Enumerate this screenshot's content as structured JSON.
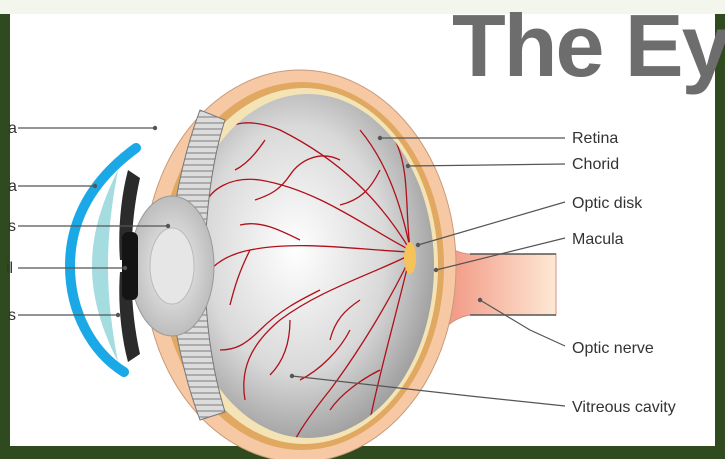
{
  "title": "The Ey",
  "labels_right": {
    "retina": "Retina",
    "chorid": "Chorid",
    "optic_disk": "Optic disk",
    "macula": "Macula",
    "optic_nerve": "Optic nerve",
    "vitreous_cavity": "Vitreous cavity"
  },
  "labels_left_cut": {
    "sclera_fragment": "a",
    "cornea_fragment": "a",
    "lens_fragment": "s",
    "pupil_fragment": "il",
    "iris_fragment": "s"
  },
  "colors": {
    "frame": "#2f4a1f",
    "cornea": "#1aa9e6",
    "sclera": "#f6c9a4",
    "choroid": "#e0a860",
    "vessels": "#b0101a",
    "optic_nerve": "#f4b59a",
    "title": "#6d6d6d"
  }
}
